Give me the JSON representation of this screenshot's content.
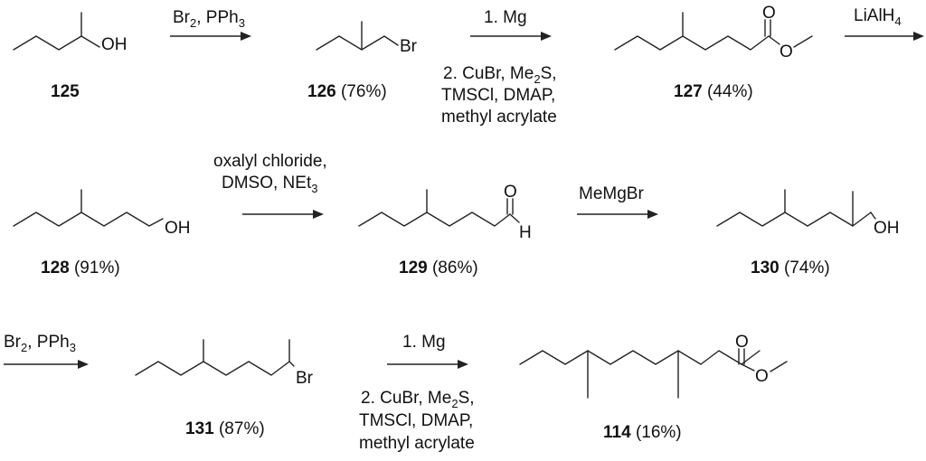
{
  "compounds": {
    "c125": {
      "number": "125",
      "atoms": {
        "oh": "OH"
      }
    },
    "c126": {
      "number": "126",
      "yield": "(76%)",
      "atoms": {
        "br": "Br"
      }
    },
    "c127": {
      "number": "127",
      "yield": "(44%)",
      "atoms": {
        "o_carbonyl": "O",
        "o_ester": "O"
      }
    },
    "c128": {
      "number": "128",
      "yield": "(91%)",
      "atoms": {
        "oh": "OH"
      }
    },
    "c129": {
      "number": "129",
      "yield": "(86%)",
      "atoms": {
        "o": "O",
        "h": "H"
      }
    },
    "c130": {
      "number": "130",
      "yield": "(74%)",
      "atoms": {
        "oh": "OH"
      }
    },
    "c131": {
      "number": "131",
      "yield": "(87%)",
      "atoms": {
        "br": "Br"
      }
    },
    "c114": {
      "number": "114",
      "yield": "(16%)",
      "atoms": {
        "o_carbonyl": "O",
        "o_ester": "O"
      }
    }
  },
  "reagents": {
    "step1": {
      "main": "Br",
      "sub": "2",
      "rest": ", PPh",
      "sub2": "3"
    },
    "step2": {
      "line1": "1. Mg",
      "line2a": "2. CuBr, Me",
      "line2sub": "2",
      "line2b": "S,",
      "line3": "TMSCl, DMAP,",
      "line4": "methyl acrylate"
    },
    "step3": {
      "main": "LiAlH",
      "sub": "4"
    },
    "step4": {
      "line1": "oxalyl chloride,",
      "line2a": "DMSO, NEt",
      "line2sub": "3"
    },
    "step5": {
      "main": "MeMgBr"
    },
    "step6": {
      "main": "Br",
      "sub": "2",
      "rest": ", PPh",
      "sub2": "3"
    },
    "step7": {
      "line1": "1. Mg",
      "line2a": "2. CuBr, Me",
      "line2sub": "2",
      "line2b": "S,",
      "line3": "TMSCl, DMAP,",
      "line4": "methyl acrylate"
    }
  }
}
